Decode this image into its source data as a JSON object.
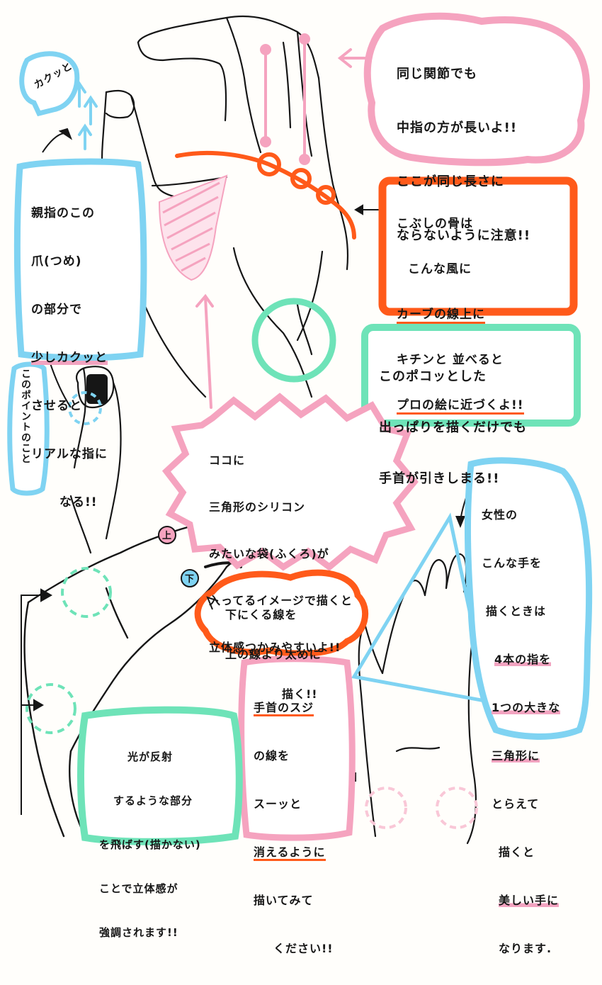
{
  "colors": {
    "pink": "#f5a3bf",
    "pink_light": "#f9c7d7",
    "orange": "#ff5a1a",
    "blue": "#7fd3f2",
    "green": "#6ee3b8",
    "ink": "#161616"
  },
  "notes": {
    "kakutto": "カクッと",
    "middle_finger": [
      "同じ関節でも",
      "中指の方が長いよ!!",
      "ここが同じ長さに",
      "ならないように注意!!"
    ],
    "thumb_nail": [
      "親指のこの",
      "爪(つめ)",
      "の部分で",
      "少しカクッと",
      "させると",
      "リアルな指に",
      "なる!!"
    ],
    "knuckle": [
      "こぶしの骨は",
      "こんな風に",
      "カーブの線上に",
      "キチンと 並べると",
      "プロの絵に近づくよ!!"
    ],
    "wrist_bump": [
      "このポコッとした",
      "出っぱりを描くだけでも",
      "手首が引きしまる!!"
    ],
    "this_point": "このポイントのこと",
    "silicone": [
      "ココに",
      "三角形のシリコン",
      "みたいな袋(ふくろ)が",
      "入ってるイメージで描くと",
      "立体感つかみやすいよ!!"
    ],
    "female_hand": [
      "女性の",
      "こんな手を",
      "描くときは",
      "4本の指を",
      "1つの大きな",
      "三角形に",
      "とらえて",
      "描くと",
      "美しい手に",
      "なります."
    ],
    "lower_line": [
      "下にくる線を",
      "上の線より太めに",
      "描く!!"
    ],
    "marker_upper": "上",
    "marker_lower": "下",
    "wrist_tendon": [
      "手首のスジ",
      "の線を",
      "スーッと",
      "消えるように",
      "描いてみて",
      "ください!!"
    ],
    "reflection": [
      "光が反射",
      "するような部分",
      "を飛ばす(描かない)",
      "ことで立体感が",
      "強調されます!!"
    ]
  }
}
